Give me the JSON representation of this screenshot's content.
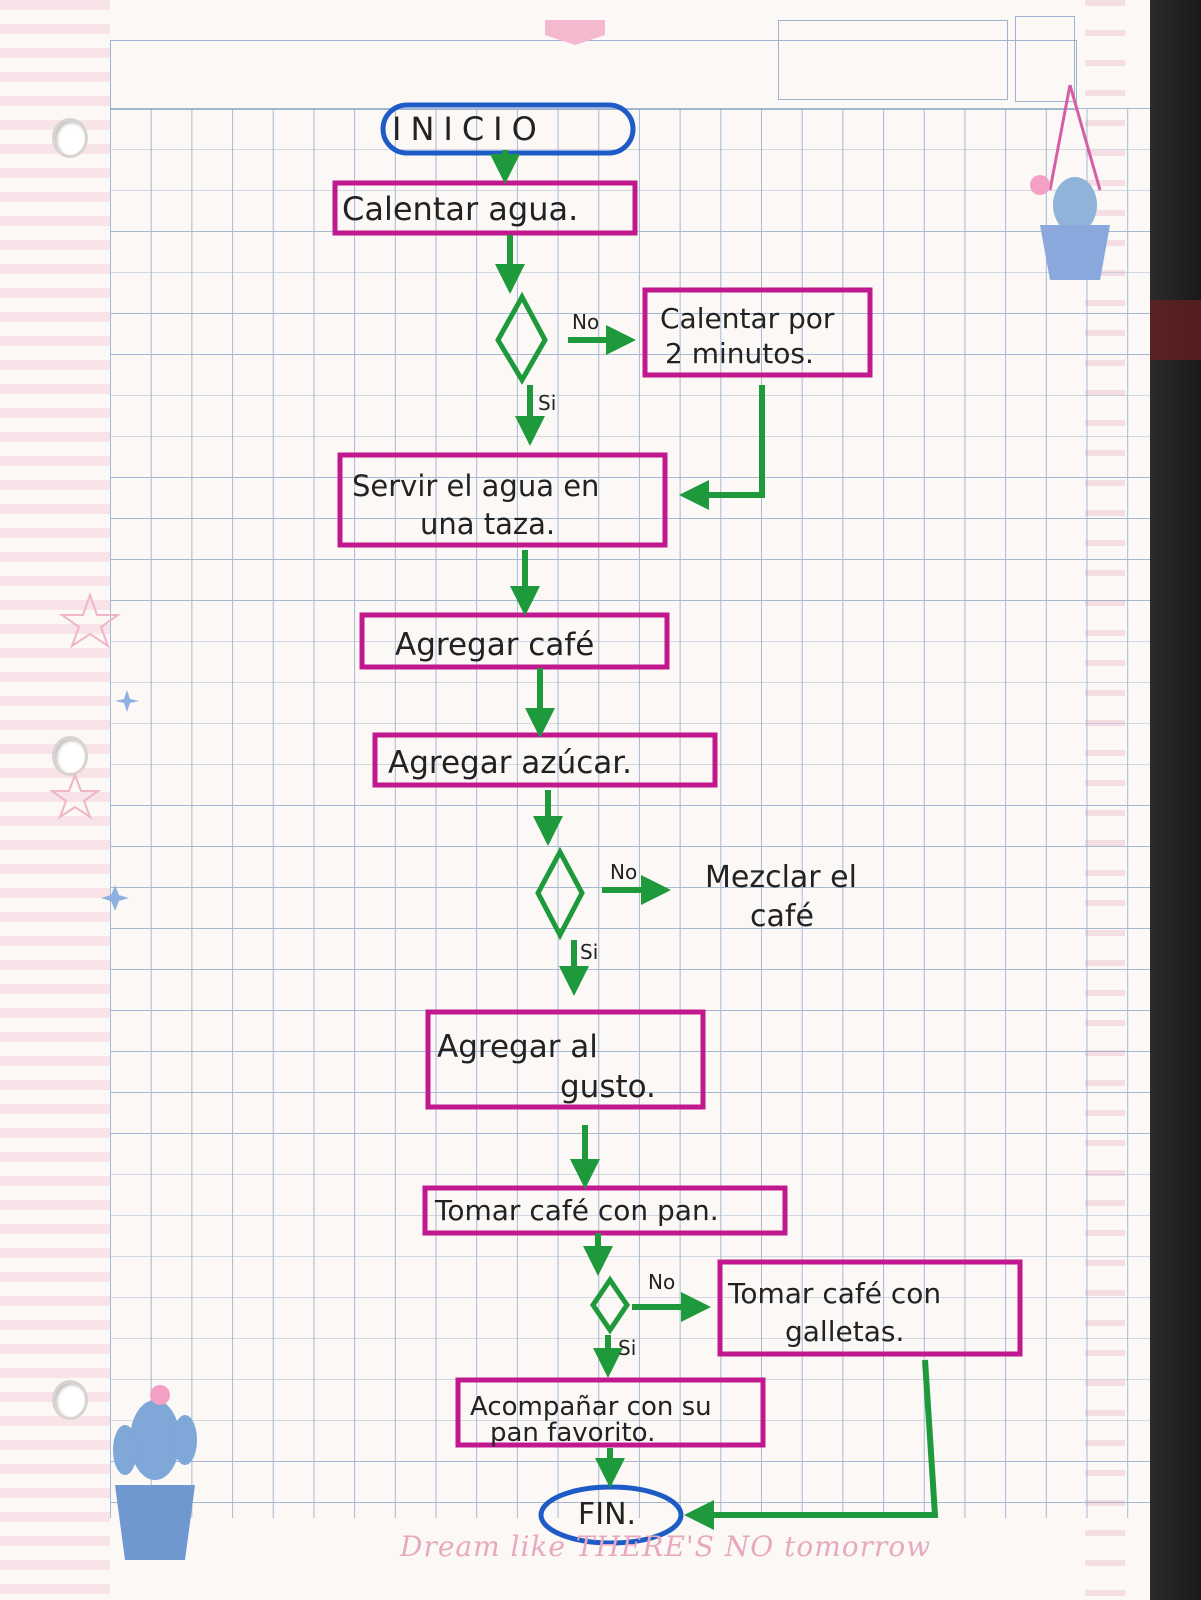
{
  "flowchart": {
    "start": "INICIO",
    "end": "FIN.",
    "steps": {
      "heat_water": "Calentar agua.",
      "heat_more_line1": "Calentar por",
      "heat_more_line2": "2 minutos.",
      "serve_line1": "Servir el agua en",
      "serve_line2": "una taza.",
      "add_coffee": "Agregar café",
      "add_sugar": "Agregar azúcar.",
      "mix_line1": "Mezclar el",
      "mix_line2": "café",
      "add_taste_line1": "Agregar al",
      "add_taste_line2": "gusto.",
      "coffee_bread": "Tomar café con pan.",
      "cookies_line1": "Tomar café con",
      "cookies_line2": "galletas.",
      "favorite_line1": "Acompañar con su",
      "favorite_line2": "pan favorito."
    },
    "branches": {
      "no_1": "No",
      "yes_1": "Si",
      "no_2": "No",
      "yes_2": "Si",
      "no_3": "No",
      "yes_3": "Si"
    }
  },
  "paper": {
    "footer": "Dream like THERE'S NO tomorrow"
  },
  "colors": {
    "terminal": "#1f5bc7",
    "process": "#c2188f",
    "arrow": "#1e9a3c"
  }
}
